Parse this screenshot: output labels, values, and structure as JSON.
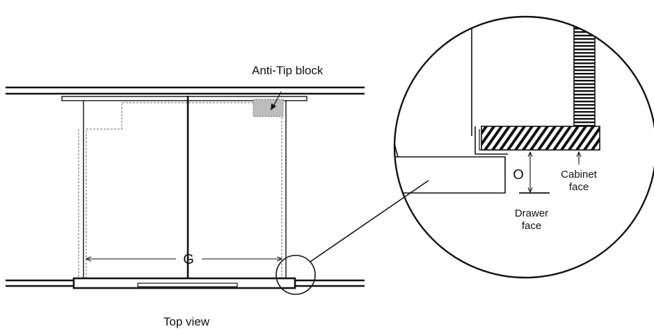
{
  "labels": {
    "anti_tip_block": "Anti-Tip block",
    "gap": "G",
    "top_view": "Top view",
    "offset": "O",
    "drawer_face_line1": "Drawer",
    "drawer_face_line2": "face",
    "cabinet_face_line1": "Cabinet",
    "cabinet_face_line2": "face"
  },
  "colors": {
    "line": "#111111",
    "dashed": "#777777",
    "anti_tip_fill": "#bdbdbd"
  }
}
